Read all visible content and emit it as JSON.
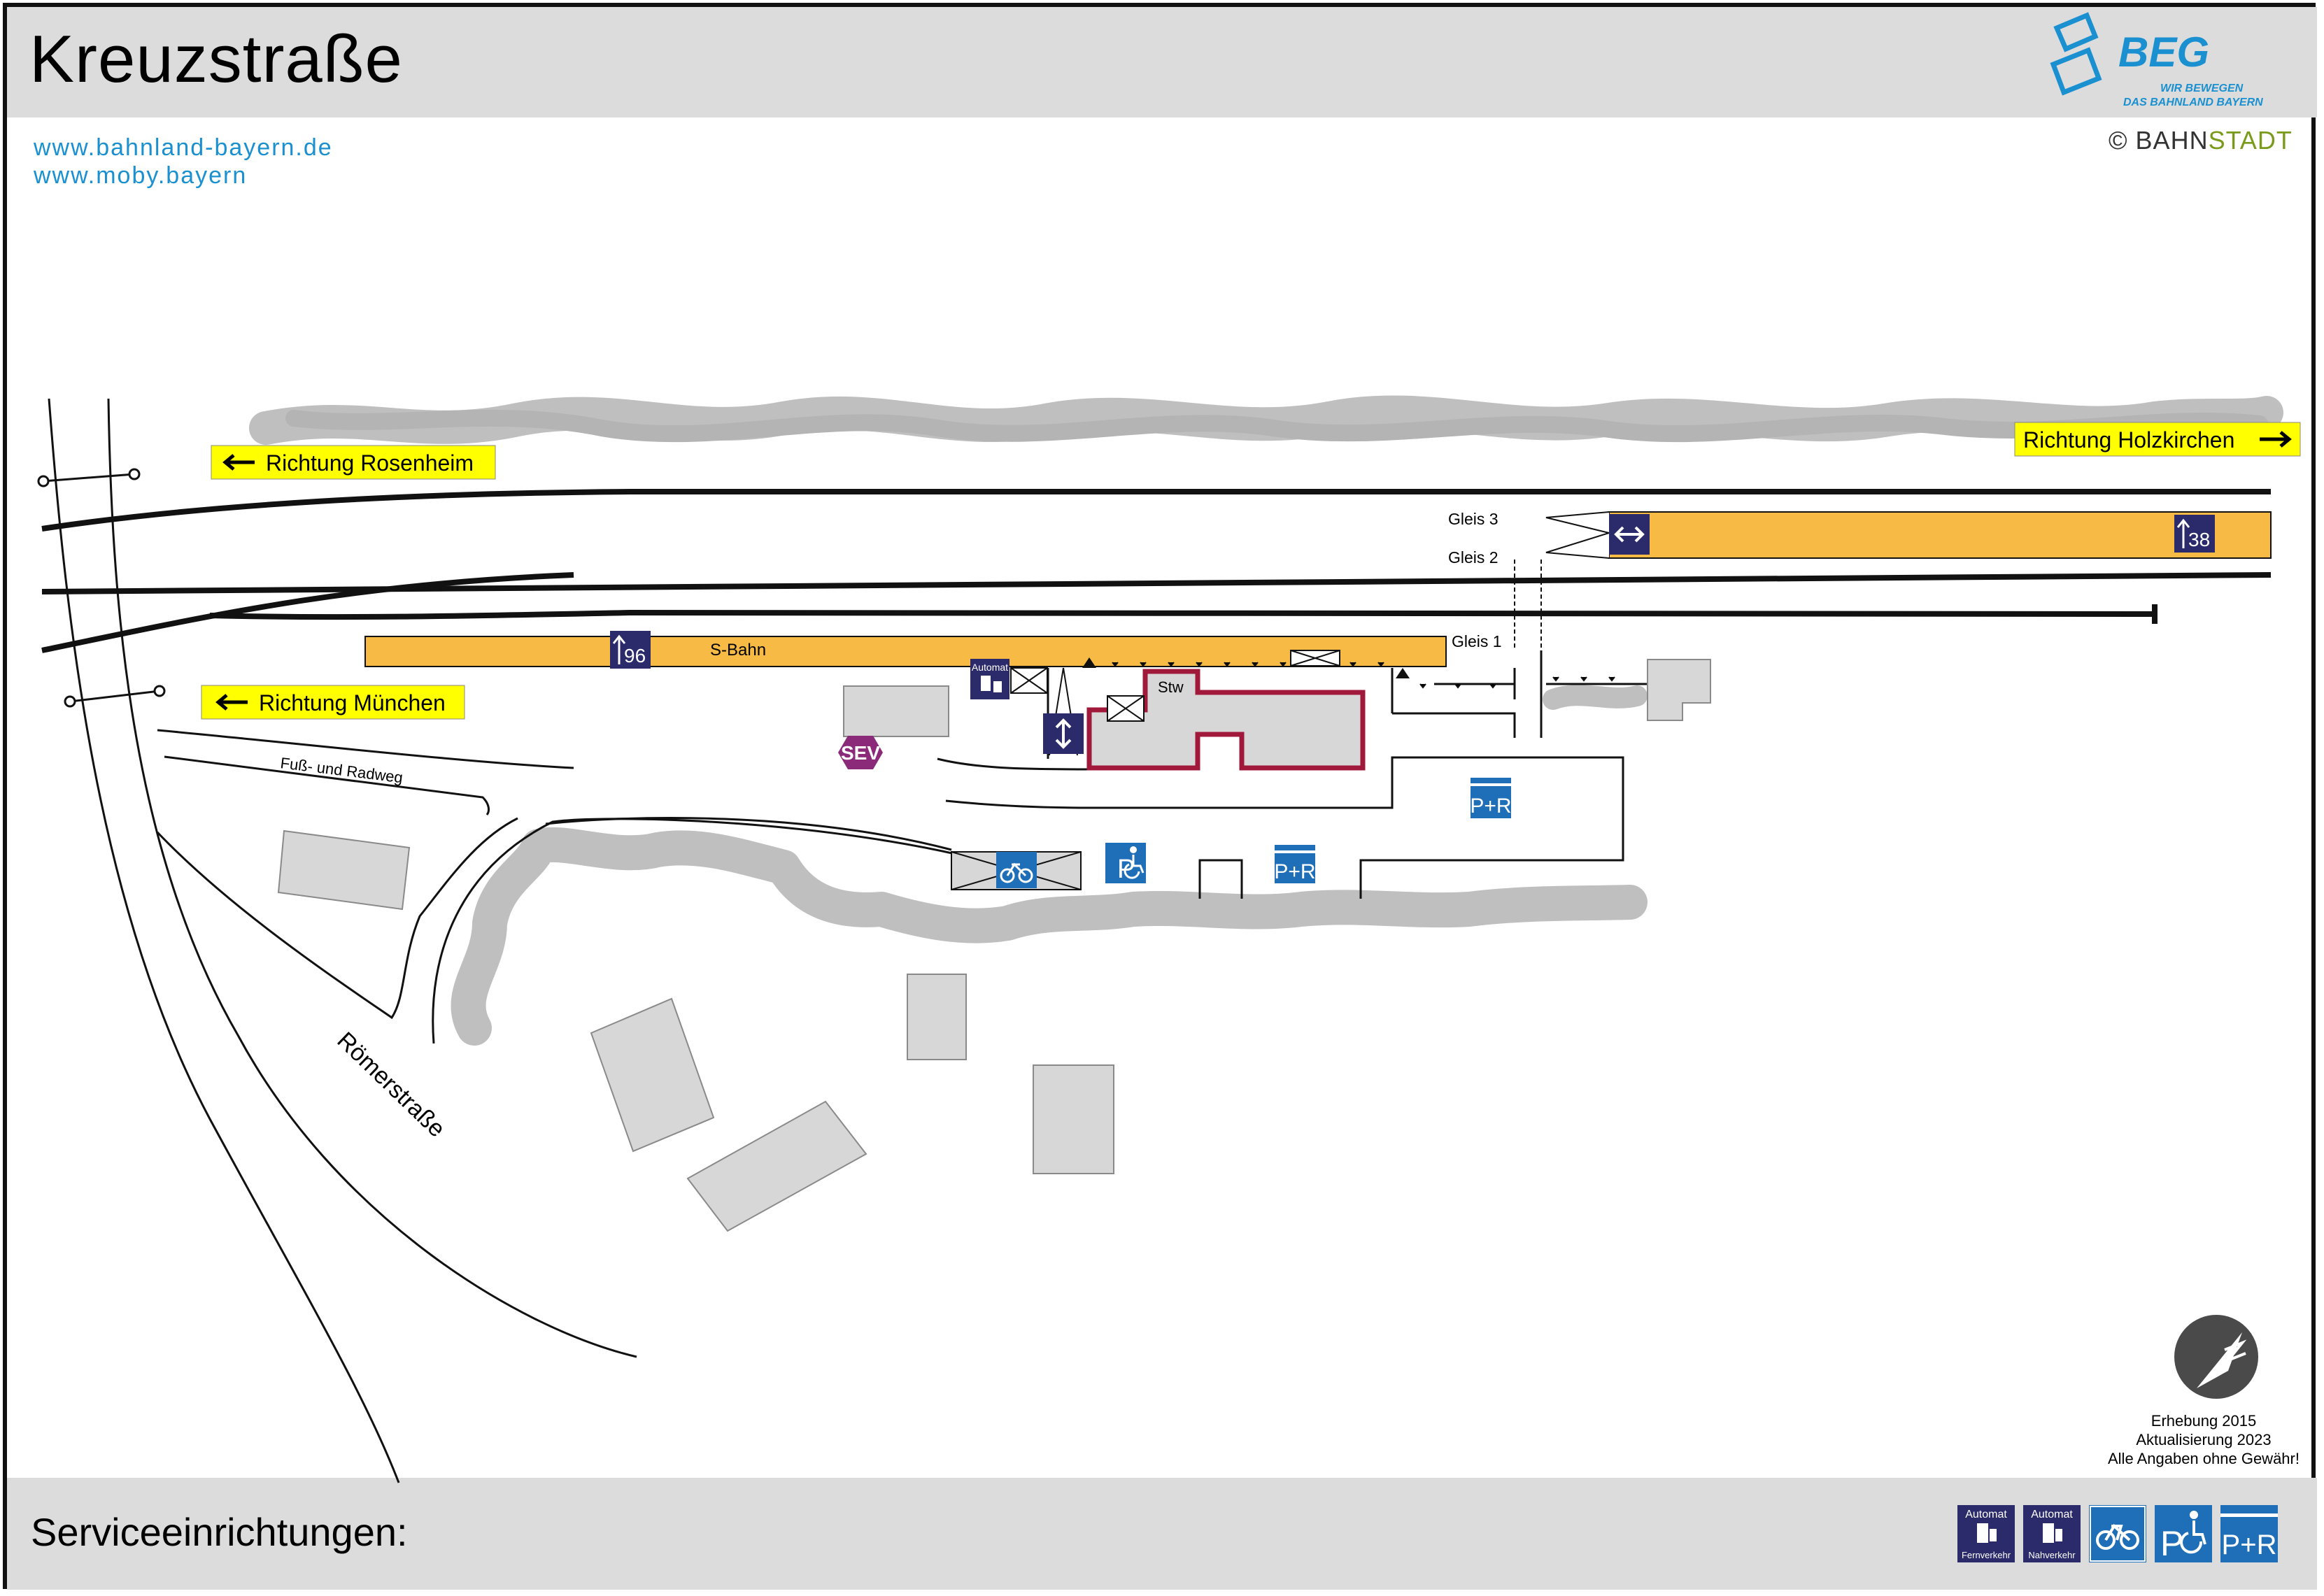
{
  "header": {
    "title": "Kreuzstraße",
    "links": [
      "www.bahnland-bayern.de",
      "www.moby.bayern"
    ],
    "logo_name": "BEG",
    "logo_slogan": [
      "WIR BEWEGEN",
      "DAS BAHNLAND BAYERN"
    ],
    "copyright_symbol": "©",
    "copyright_part1": "BAHN",
    "copyright_part2": "STADT"
  },
  "map": {
    "directions": {
      "rosenheim": "Richtung Rosenheim",
      "holzkirchen": "Richtung Holzkirchen",
      "muenchen": "Richtung München"
    },
    "tracks": {
      "gleis3": "Gleis 3",
      "gleis2": "Gleis 2",
      "gleis1": "Gleis 1"
    },
    "platform_sbahn_label": "S-Bahn",
    "platform_heights": {
      "platform_1": "96",
      "platform_2_3": "38"
    },
    "building_stw": "Stw",
    "path_label": "Fuß- und Radweg",
    "street_label": "Römerstraße",
    "sev_label": "SEV",
    "ticket_machine_label": "Automat",
    "pr_label": "P+R",
    "parking_label": "P"
  },
  "survey": {
    "line1": "Erhebung 2015",
    "line2": "Aktualisierung 2023",
    "line3": "Alle Angaben ohne Gewähr!"
  },
  "footer": {
    "service_label": "Serviceeinrichtungen:",
    "icons": [
      {
        "name": "ticket-machine-long-distance-icon",
        "top": "Automat",
        "bottom": "Fernverkehr"
      },
      {
        "name": "ticket-machine-regional-icon",
        "top": "Automat",
        "bottom": "Nahverkehr"
      },
      {
        "name": "bicycle-parking-icon"
      },
      {
        "name": "disabled-parking-icon",
        "text": "P"
      },
      {
        "name": "park-and-ride-icon",
        "text": "P+R"
      }
    ]
  },
  "colors": {
    "platform": "#f7ba45",
    "direction_sign": "#ffff00",
    "building": "#d7d7d7",
    "vegetation": "#bfbfbf",
    "station_outline": "#a0183a",
    "icon_navy": "#2b2a6b",
    "icon_blue": "#1f6fb8",
    "sev_purple": "#8c2a7a",
    "link_blue": "#1a90d0"
  }
}
